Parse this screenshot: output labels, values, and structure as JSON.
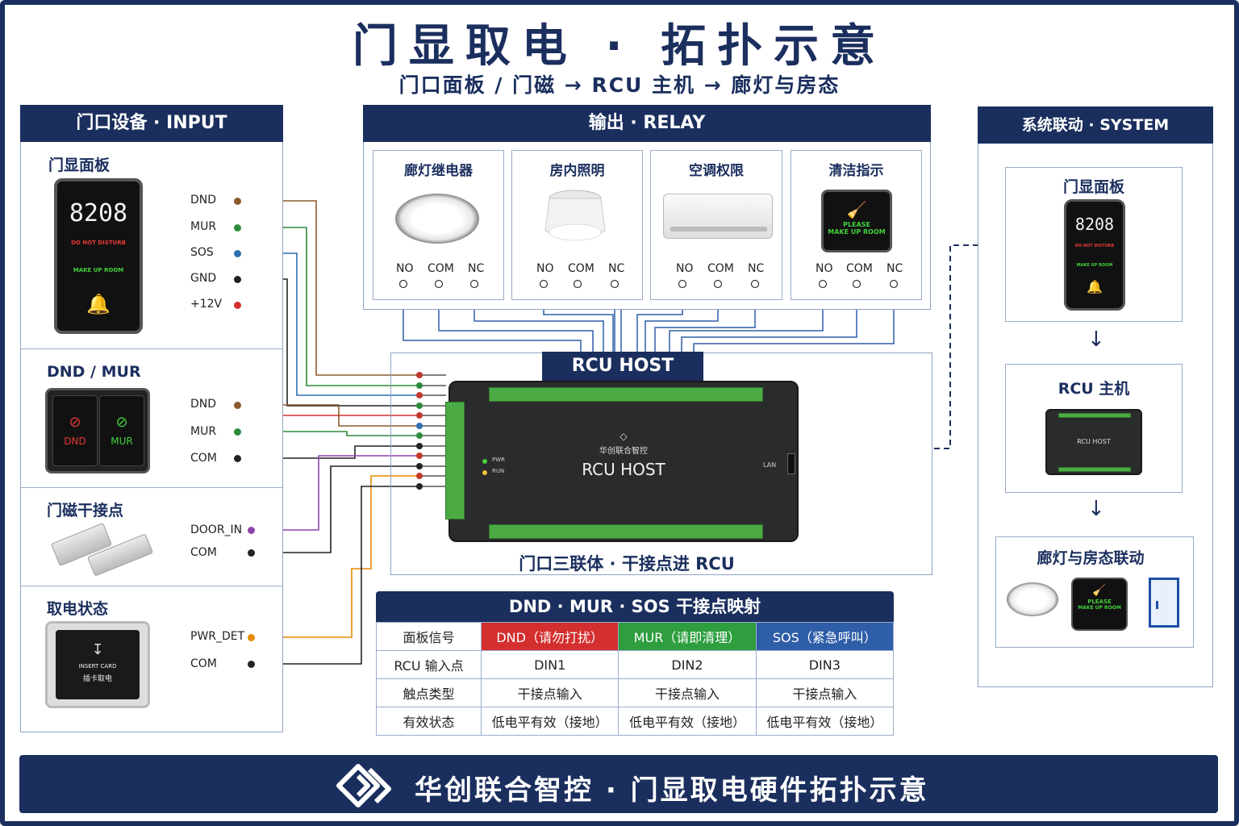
{
  "title": "门显取电 · 拓扑示意",
  "subtitle": "门口面板 / 门磁 → RCU 主机 → 廊灯与房态",
  "input_panel": {
    "header": "门口设备 · INPUT",
    "door_panel": {
      "title": "门显面板",
      "device_number": "8208",
      "dnd_text": "DO NOT DISTURB",
      "mur_text": "MAKE UP ROOM",
      "terminals": [
        "DND",
        "MUR",
        "SOS",
        "GND",
        "+12V"
      ]
    },
    "dnd_mur": {
      "title": "DND / MUR",
      "key_dnd": "DND",
      "key_mur": "MUR",
      "terminals": [
        "DND",
        "MUR",
        "COM"
      ]
    },
    "door_contact": {
      "title": "门磁干接点",
      "terminals": [
        "DOOR_IN",
        "COM"
      ]
    },
    "power": {
      "title": "取电状态",
      "card_line1": "INSERT CARD",
      "card_line2": "插卡取电",
      "terminals": [
        "PWR_DET",
        "COM"
      ]
    }
  },
  "relay_panel": {
    "header": "输出 · RELAY",
    "relays": [
      {
        "title": "廊灯继电器",
        "terminals": [
          "NO",
          "COM",
          "NC"
        ]
      },
      {
        "title": "房内照明",
        "terminals": [
          "NO",
          "COM",
          "NC"
        ]
      },
      {
        "title": "空调权限",
        "terminals": [
          "NO",
          "COM",
          "NC"
        ]
      },
      {
        "title": "清洁指示",
        "terminals": [
          "NO",
          "COM",
          "NC"
        ],
        "sign_line1": "PLEASE",
        "sign_line2": "MAKE UP ROOM"
      }
    ]
  },
  "rcu": {
    "header": "RCU HOST",
    "device_label": "RCU HOST",
    "brand": "华创联合智控",
    "pwr": "PWR",
    "run": "RUN",
    "lan": "LAN",
    "caption": "门口三联体 · 干接点进 RCU"
  },
  "system_panel": {
    "header": "系统联动 · SYSTEM",
    "box1_title": "门显面板",
    "box1_number": "8208",
    "box1_dnd": "DO NOT DISTURB",
    "box1_mur": "MAKE UP ROOM",
    "box2_title": "RCU 主机",
    "box2_label": "RCU HOST",
    "box3_title": "廊灯与房态联动",
    "box3_sign1": "PLEASE",
    "box3_sign2": "MAKE UP ROOM"
  },
  "mapping_table": {
    "header": "DND · MUR · SOS 干接点映射",
    "columns": [
      "面板信号",
      "DND（请勿打扰）",
      "MUR（请即清理）",
      "SOS（紧急呼叫）"
    ],
    "column_colors": [
      "#ffffff",
      "#d32f2f",
      "#2e9e3f",
      "#2f5ea8"
    ],
    "rows": [
      [
        "RCU 输入点",
        "DIN1",
        "DIN2",
        "DIN3"
      ],
      [
        "触点类型",
        "干接点输入",
        "干接点输入",
        "干接点输入"
      ],
      [
        "有效状态",
        "低电平有效（接地）",
        "低电平有效（接地）",
        "低电平有效（接地）"
      ]
    ]
  },
  "footer": {
    "text": "华创联合智控 · 门显取电硬件拓扑示意"
  },
  "colors": {
    "navy": "#1b2f5e",
    "wire_brown": "#8b5a2b",
    "wire_green": "#2e8b3d",
    "wire_blue": "#2f6fb0",
    "wire_black": "#222222",
    "wire_red": "#d32f2f",
    "wire_purple": "#8e44ad",
    "wire_orange": "#e68a00"
  }
}
